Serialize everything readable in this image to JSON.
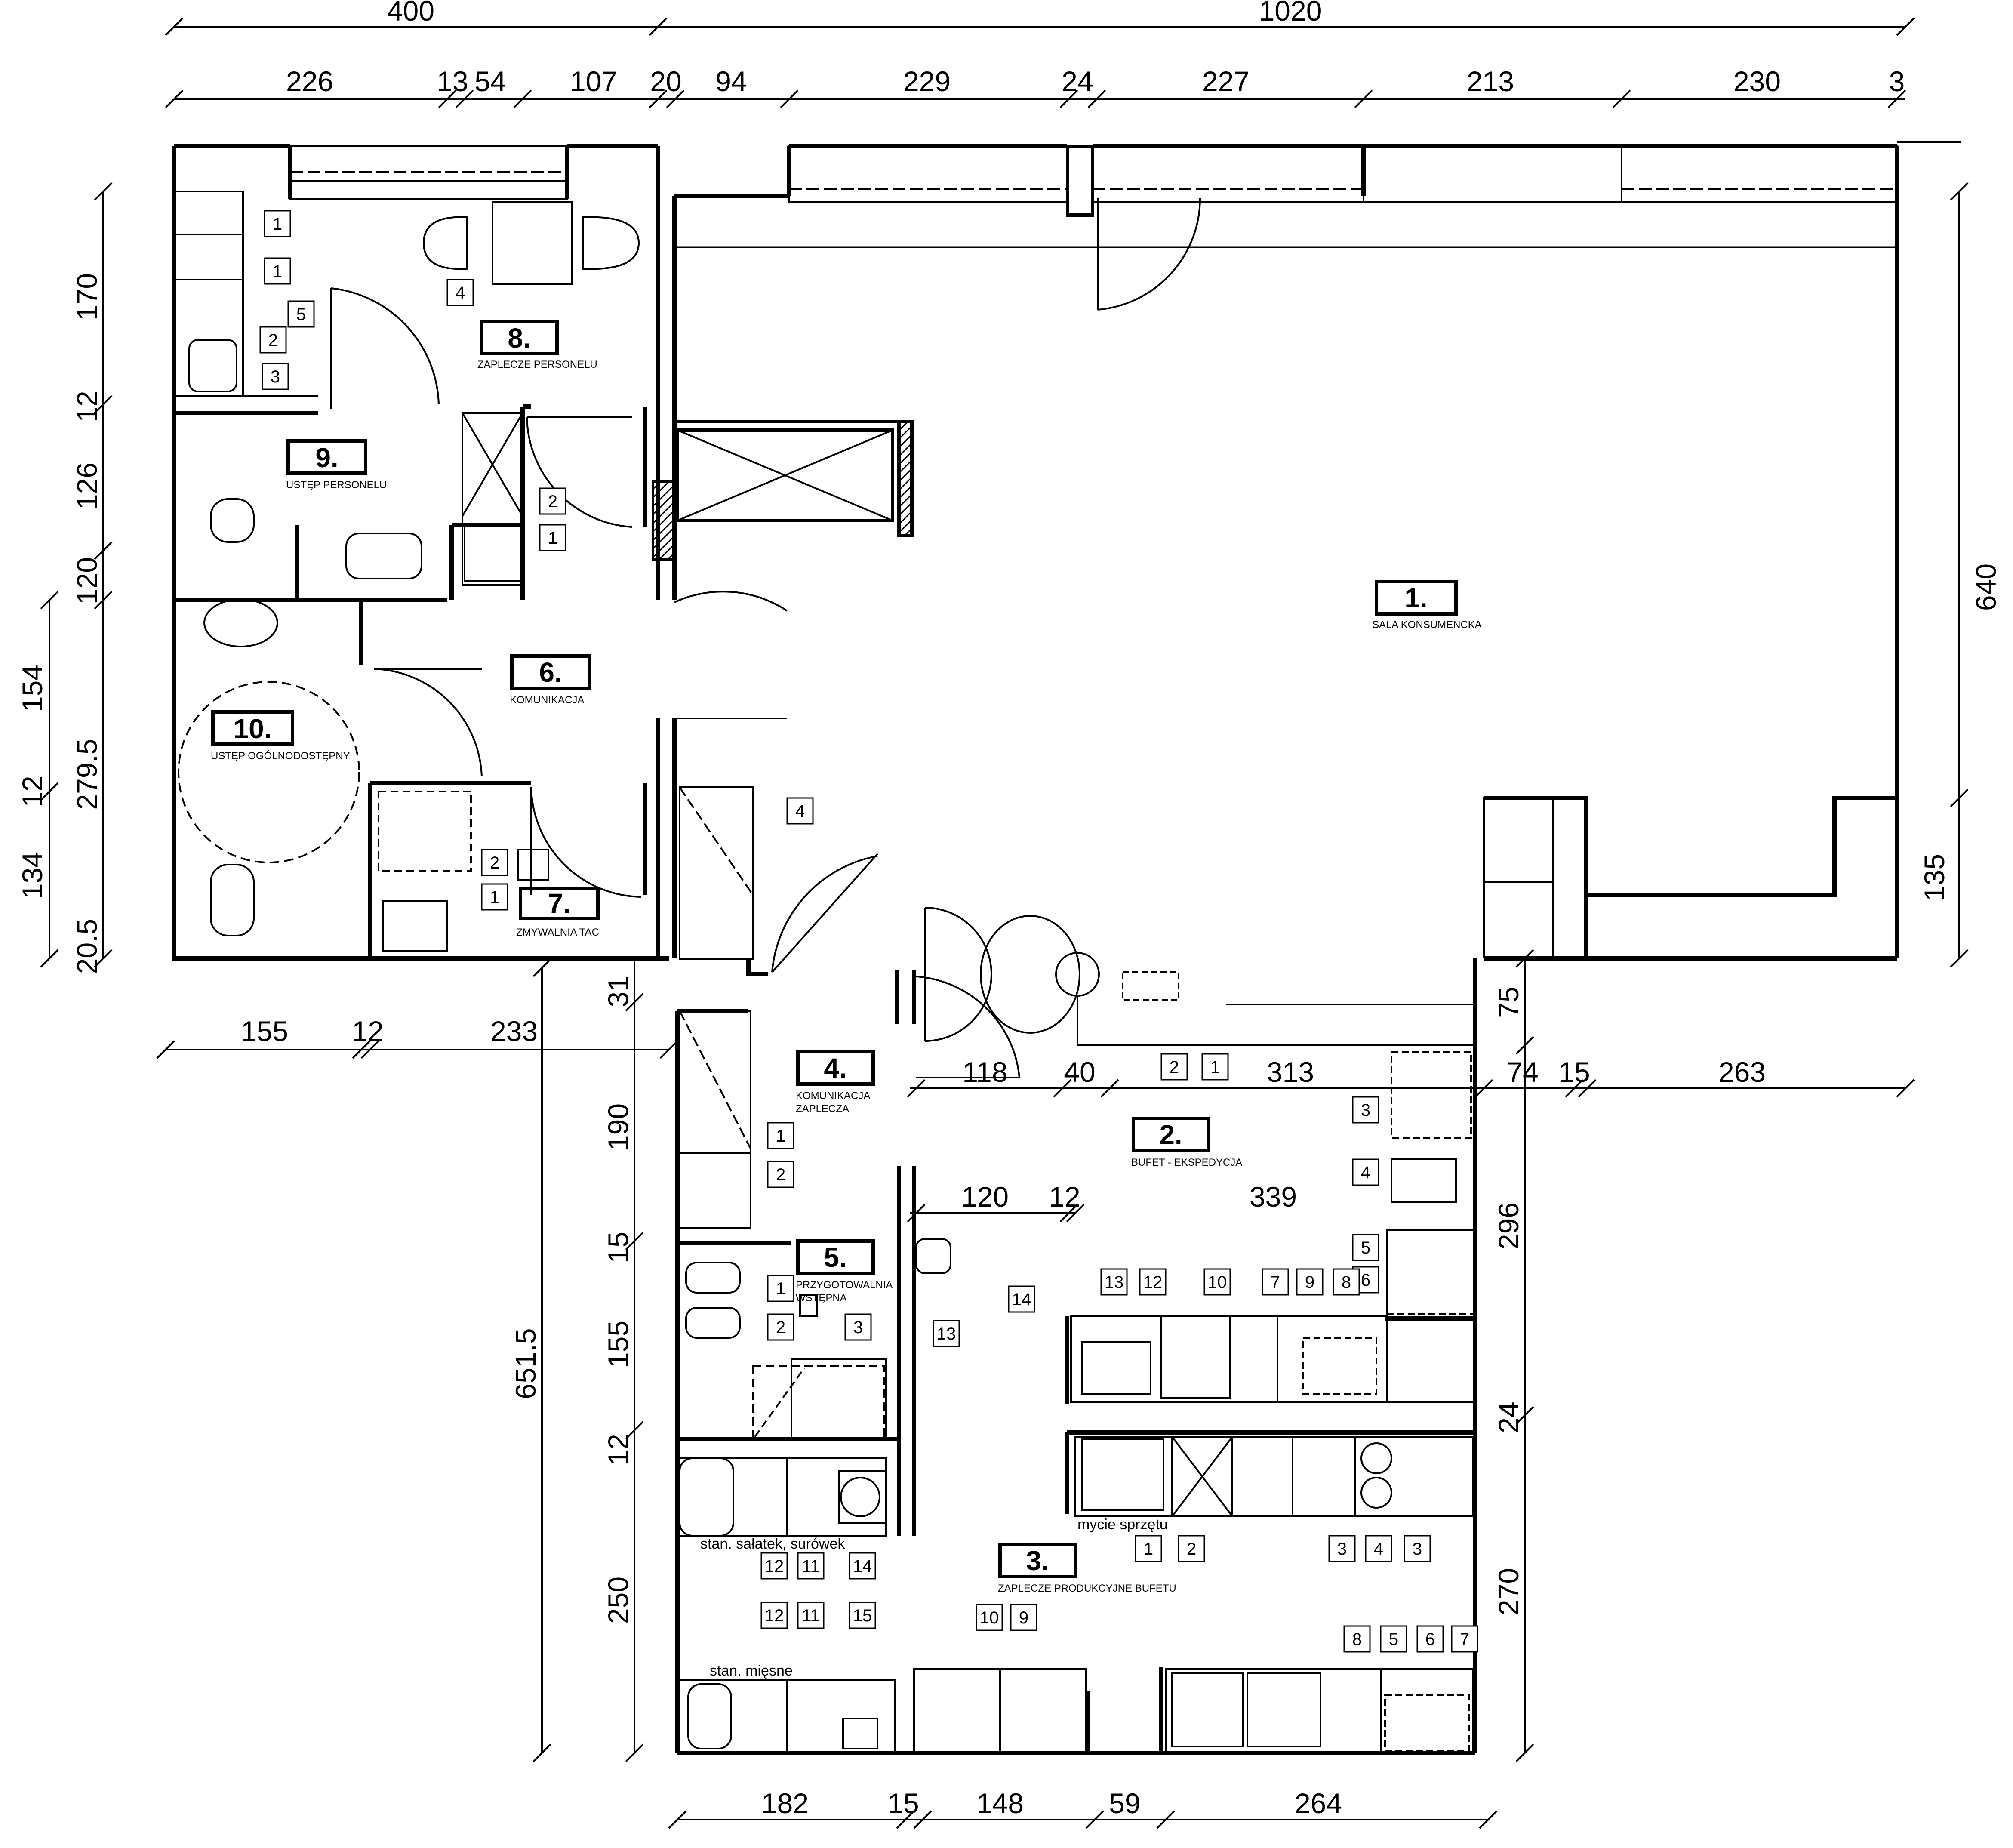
{
  "dimensions": {
    "top_row1": [
      "400",
      "1020"
    ],
    "top_row2": [
      "226",
      "13",
      "54",
      "107",
      "20",
      "94",
      "229",
      "24",
      "227",
      "213",
      "230",
      "3"
    ],
    "left_outer": [
      "170",
      "12",
      "126",
      "120",
      "154",
      "12",
      "134",
      "20.5"
    ],
    "left_total": "279.5",
    "right_total": "640",
    "right_lower": "135",
    "mid_row_left": [
      "155",
      "12",
      "233"
    ],
    "lower_left_total": "651.5",
    "lower_left": [
      "31",
      "190",
      "15",
      "155",
      "12",
      "250"
    ],
    "row_under_counter": [
      "118",
      "40",
      "313"
    ],
    "row_right": [
      "74",
      "15",
      "263"
    ],
    "row_kitchen": [
      "120",
      "12",
      "339"
    ],
    "right_lower_col": [
      "75",
      "296",
      "24",
      "270"
    ],
    "bottom_row": [
      "182",
      "15",
      "148",
      "59",
      "264"
    ]
  },
  "rooms": [
    {
      "number": "1.",
      "name": "SALA KONSUMENCKA"
    },
    {
      "number": "2.",
      "name": "BUFET - EKSPEDYCJA"
    },
    {
      "number": "3.",
      "name": "ZAPLECZE PRODUKCYJNE BUFETU"
    },
    {
      "number": "4.",
      "name_line1": "KOMUNIKACJA",
      "name_line2": "ZAPLECZA"
    },
    {
      "number": "5.",
      "name_line1": "PRZYGOTOWALNIA",
      "name_line2": "WSTĘPNA"
    },
    {
      "number": "6.",
      "name": "KOMUNIKACJA"
    },
    {
      "number": "7.",
      "name": "ZMYWALNIA TAC"
    },
    {
      "number": "8.",
      "name": "ZAPLECZE PERSONELU"
    },
    {
      "number": "9.",
      "name": "USTĘP PERSONELU"
    },
    {
      "number": "10.",
      "name": "USTĘP OGÓLNODOSTĘPNY"
    }
  ],
  "stations": {
    "salad": "stan. sałatek, surówek",
    "meat": "stan. mięsne",
    "washing": "mycie sprzętu"
  },
  "equipment_tags": {
    "room8": [
      "1",
      "1",
      "5",
      "2",
      "3",
      "4",
      "2",
      "1"
    ],
    "room7": [
      "2",
      "1"
    ],
    "room4": [
      "4",
      "1",
      "2"
    ],
    "room2": [
      "2",
      "1",
      "3",
      "4",
      "5",
      "6",
      "13",
      "12",
      "10",
      "7",
      "9",
      "8",
      "14",
      "13"
    ],
    "room5": [
      "1",
      "2",
      "3"
    ],
    "room3": [
      "12",
      "11",
      "14",
      "1",
      "2",
      "3",
      "4",
      "3",
      "12",
      "11",
      "15",
      "10",
      "9",
      "8",
      "5",
      "6",
      "7"
    ]
  }
}
